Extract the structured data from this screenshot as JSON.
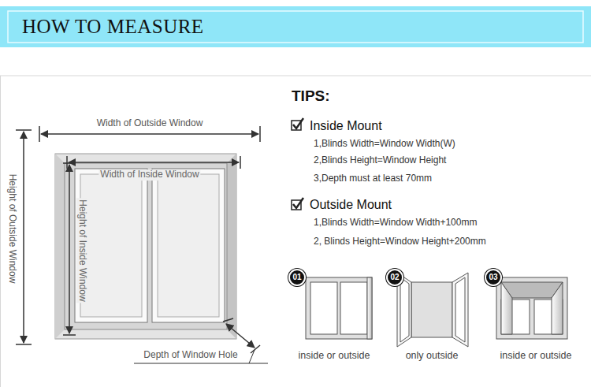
{
  "diagram": {
    "title": "HOW TO MEASURE",
    "nodes": [
      {
        "text": [
          "01"
        ]
      },
      {
        "text": [
          "02"
        ]
      },
      {
        "text": [
          "03"
        ]
      }
    ],
    "labels": [
      "Width of  Outside Window",
      "Height of Outside Window",
      "Width of  Inside Window",
      "Height of Inside Window",
      "Depth of Window Hole",
      "TIPS:",
      "Inside Mount",
      "1,Blinds Width=Window Width(W)",
      "2,Blinds Height=Window Height",
      "3,Depth must at least 70mm",
      "Outside Mount",
      "1,Blinds Width=Window Width+100mm",
      "2, Blinds Height=Window Height+200mm",
      "inside or outside",
      "only outside",
      "inside or outside"
    ]
  }
}
